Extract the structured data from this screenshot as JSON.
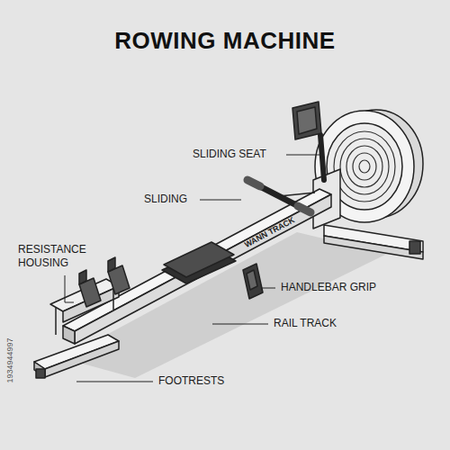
{
  "diagram": {
    "title": "ROWING MACHINE",
    "labels": [
      "SLIDING SEAT",
      "SLIDING",
      "RESISTANCE HOUSING",
      "HANDLEBAR GRIP",
      "RAIL TRACK",
      "FOOTRESTS",
      "WANN TRACK",
      "1934944997"
    ]
  }
}
